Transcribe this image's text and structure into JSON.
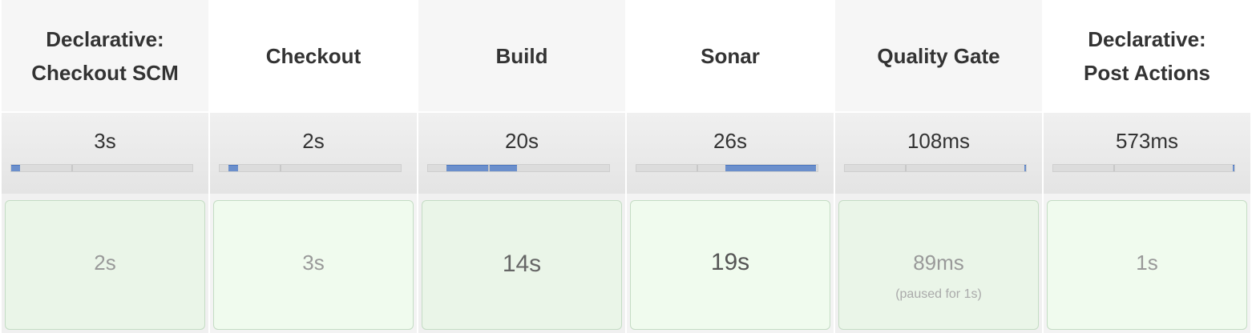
{
  "stages": [
    {
      "name_line1": "Declarative:",
      "name_line2": "Checkout SCM",
      "avg_time": "3s",
      "avg_bar_start_fraction": 0.0,
      "avg_bar_fraction": 0.05,
      "run_time": "2s",
      "run_note": ""
    },
    {
      "name_line1": "Checkout",
      "name_line2": "",
      "avg_time": "2s",
      "avg_bar_start_fraction": 0.05,
      "avg_bar_fraction": 0.05,
      "run_time": "3s",
      "run_note": ""
    },
    {
      "name_line1": "Build",
      "name_line2": "",
      "avg_time": "20s",
      "avg_bar_start_fraction": 0.1,
      "avg_bar_fraction": 0.39,
      "run_time": "14s",
      "run_note": ""
    },
    {
      "name_line1": "Sonar",
      "name_line2": "",
      "avg_time": "26s",
      "avg_bar_start_fraction": 0.49,
      "avg_bar_fraction": 0.5,
      "run_time": "19s",
      "run_note": ""
    },
    {
      "name_line1": "Quality Gate",
      "name_line2": "",
      "avg_time": "108ms",
      "avg_bar_start_fraction": 0.99,
      "avg_bar_fraction": 0.01,
      "run_time": "89ms",
      "run_note": "(paused for 1s)"
    },
    {
      "name_line1": "Declarative:",
      "name_line2": "Post Actions",
      "avg_time": "573ms",
      "avg_bar_start_fraction": 0.99,
      "avg_bar_fraction": 0.01,
      "run_time": "1s",
      "run_note": ""
    }
  ],
  "colors": {
    "progress_fill": "#6b8fcc",
    "success_cell_bg": "#eaf5e8",
    "success_cell_border": "#c4dcc4"
  }
}
